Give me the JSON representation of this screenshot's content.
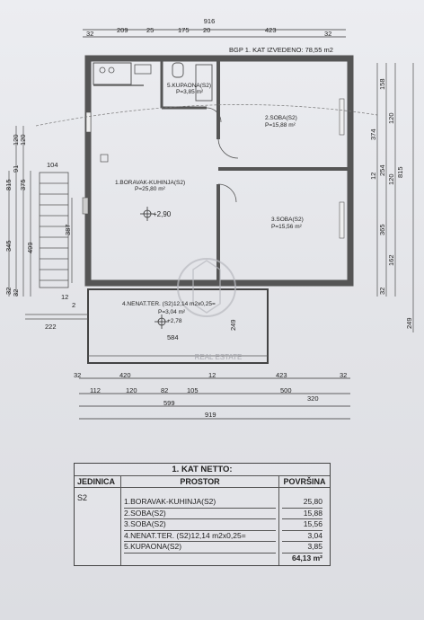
{
  "plan": {
    "title": "BGP 1. KAT IZVEDENO: 78,55 m2",
    "top_dims": [
      "916",
      "32",
      "209",
      "25",
      "175",
      "20",
      "423",
      "32"
    ],
    "left_dims": [
      "815",
      "32",
      "120",
      "91",
      "120",
      "375",
      "499",
      "345",
      "32",
      "104",
      "387",
      "12",
      "2",
      "222"
    ],
    "right_dims": [
      "158",
      "374",
      "120",
      "12",
      "254",
      "815",
      "120",
      "365",
      "162",
      "32",
      "249"
    ],
    "bottom_dims_1": [
      "32",
      "420",
      "12",
      "423",
      "32"
    ],
    "bottom_dims_2": [
      "112",
      "120",
      "82",
      "105",
      "500"
    ],
    "bottom_dims_3": [
      "599",
      "320"
    ],
    "bottom_dims_4": [
      "919"
    ],
    "terrace_dims": [
      "584",
      "249"
    ],
    "watermark": "REAL ESTATE",
    "rooms": {
      "bath_name": "5.KUPAONA(S2)",
      "bath_area": "P=3,85 m²",
      "r2_name": "2.SOBA(S2)",
      "r2_area": "P=15,88 m²",
      "r1_name": "1.BORAVAK-KUHINJA(S2)",
      "r1_area": "P=25,80 m²",
      "r3_name": "3.SOBA(S2)",
      "r3_area": "P=15,56 m²",
      "r4_name": "4.NENAT.TER. (S2)12,14 m2x0,25=",
      "r4_area": "P=3,04 m²",
      "level1": "+2,90",
      "level2": "+2,78"
    }
  },
  "table": {
    "title": "1. KAT NETTO:",
    "headers": [
      "JEDINICA",
      "PROSTOR",
      "POVRŠINA"
    ],
    "unit": "S2",
    "rows": [
      {
        "name": "1.BORAVAK-KUHINJA(S2)",
        "area": "25,80"
      },
      {
        "name": "2.SOBA(S2)",
        "area": "15,88"
      },
      {
        "name": "3.SOBA(S2)",
        "area": "15,56"
      },
      {
        "name": "4.NENAT.TER. (S2)12,14 m2x0,25=",
        "area": "3,04"
      },
      {
        "name": "5.KUPAONA(S2)",
        "area": "3,85"
      }
    ],
    "total": "64,13 m²"
  }
}
